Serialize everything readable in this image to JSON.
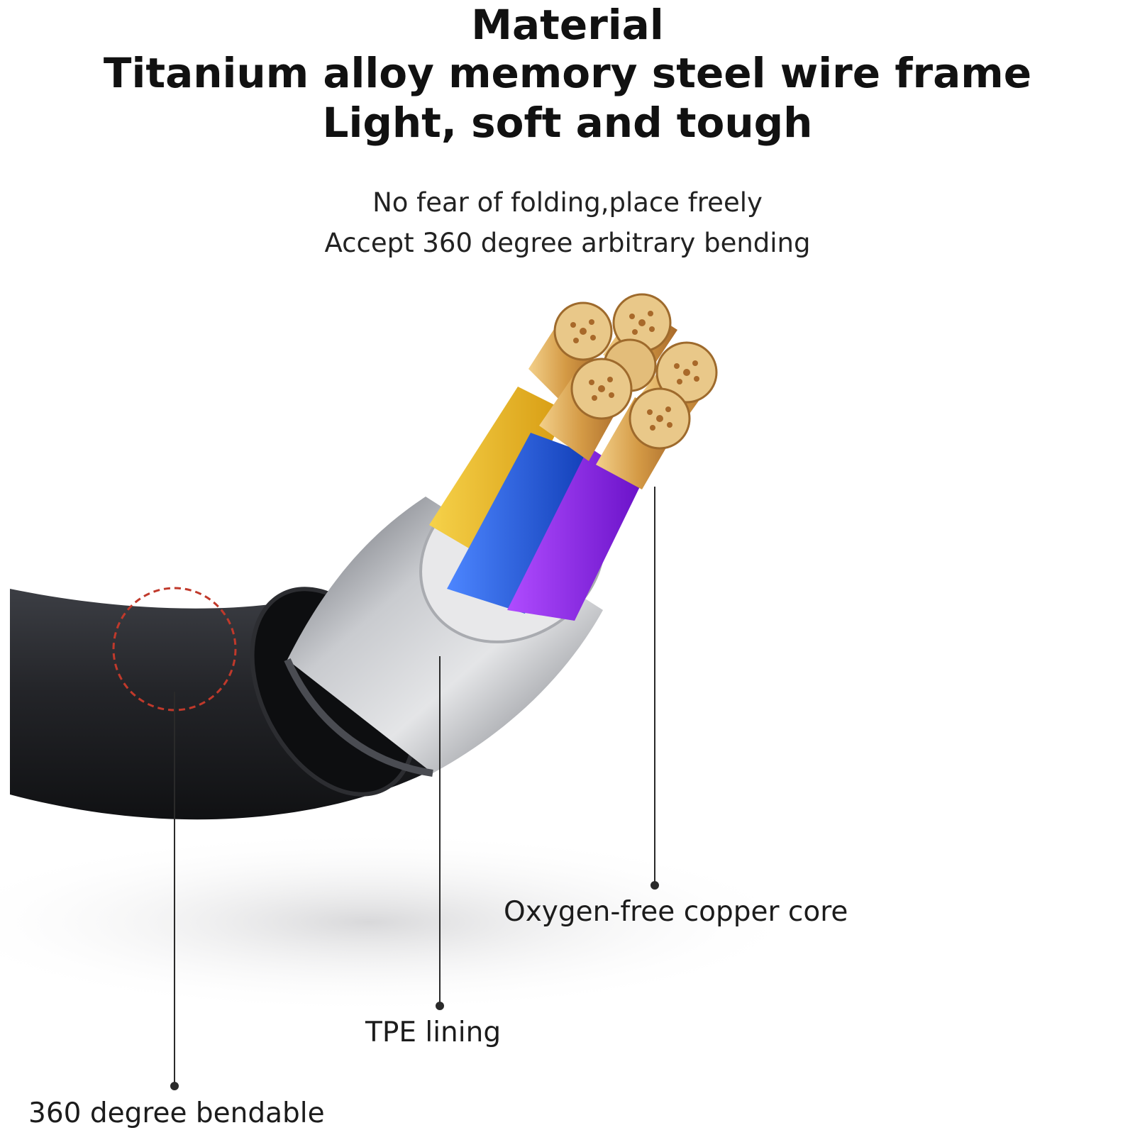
{
  "heading": {
    "line1": "Material",
    "line2": "Titanium alloy memory steel wire frame",
    "line3": "Light, soft and tough"
  },
  "subheading": {
    "line1": "No fear of folding,place freely",
    "line2": "Accept 360 degree arbitrary bending"
  },
  "callouts": {
    "copper_core": "Oxygen-free copper core",
    "tpe_lining": "TPE lining",
    "bendable": "360 degree bendable"
  },
  "colors": {
    "jacket": "#1e1f22",
    "lining": "#b7b9bd",
    "wire_yellow": "#f2c21a",
    "wire_blue": "#1f5fe8",
    "wire_purple": "#8a1ff0",
    "copper": "#d9a24e",
    "bend_marker": "#c0392b"
  }
}
